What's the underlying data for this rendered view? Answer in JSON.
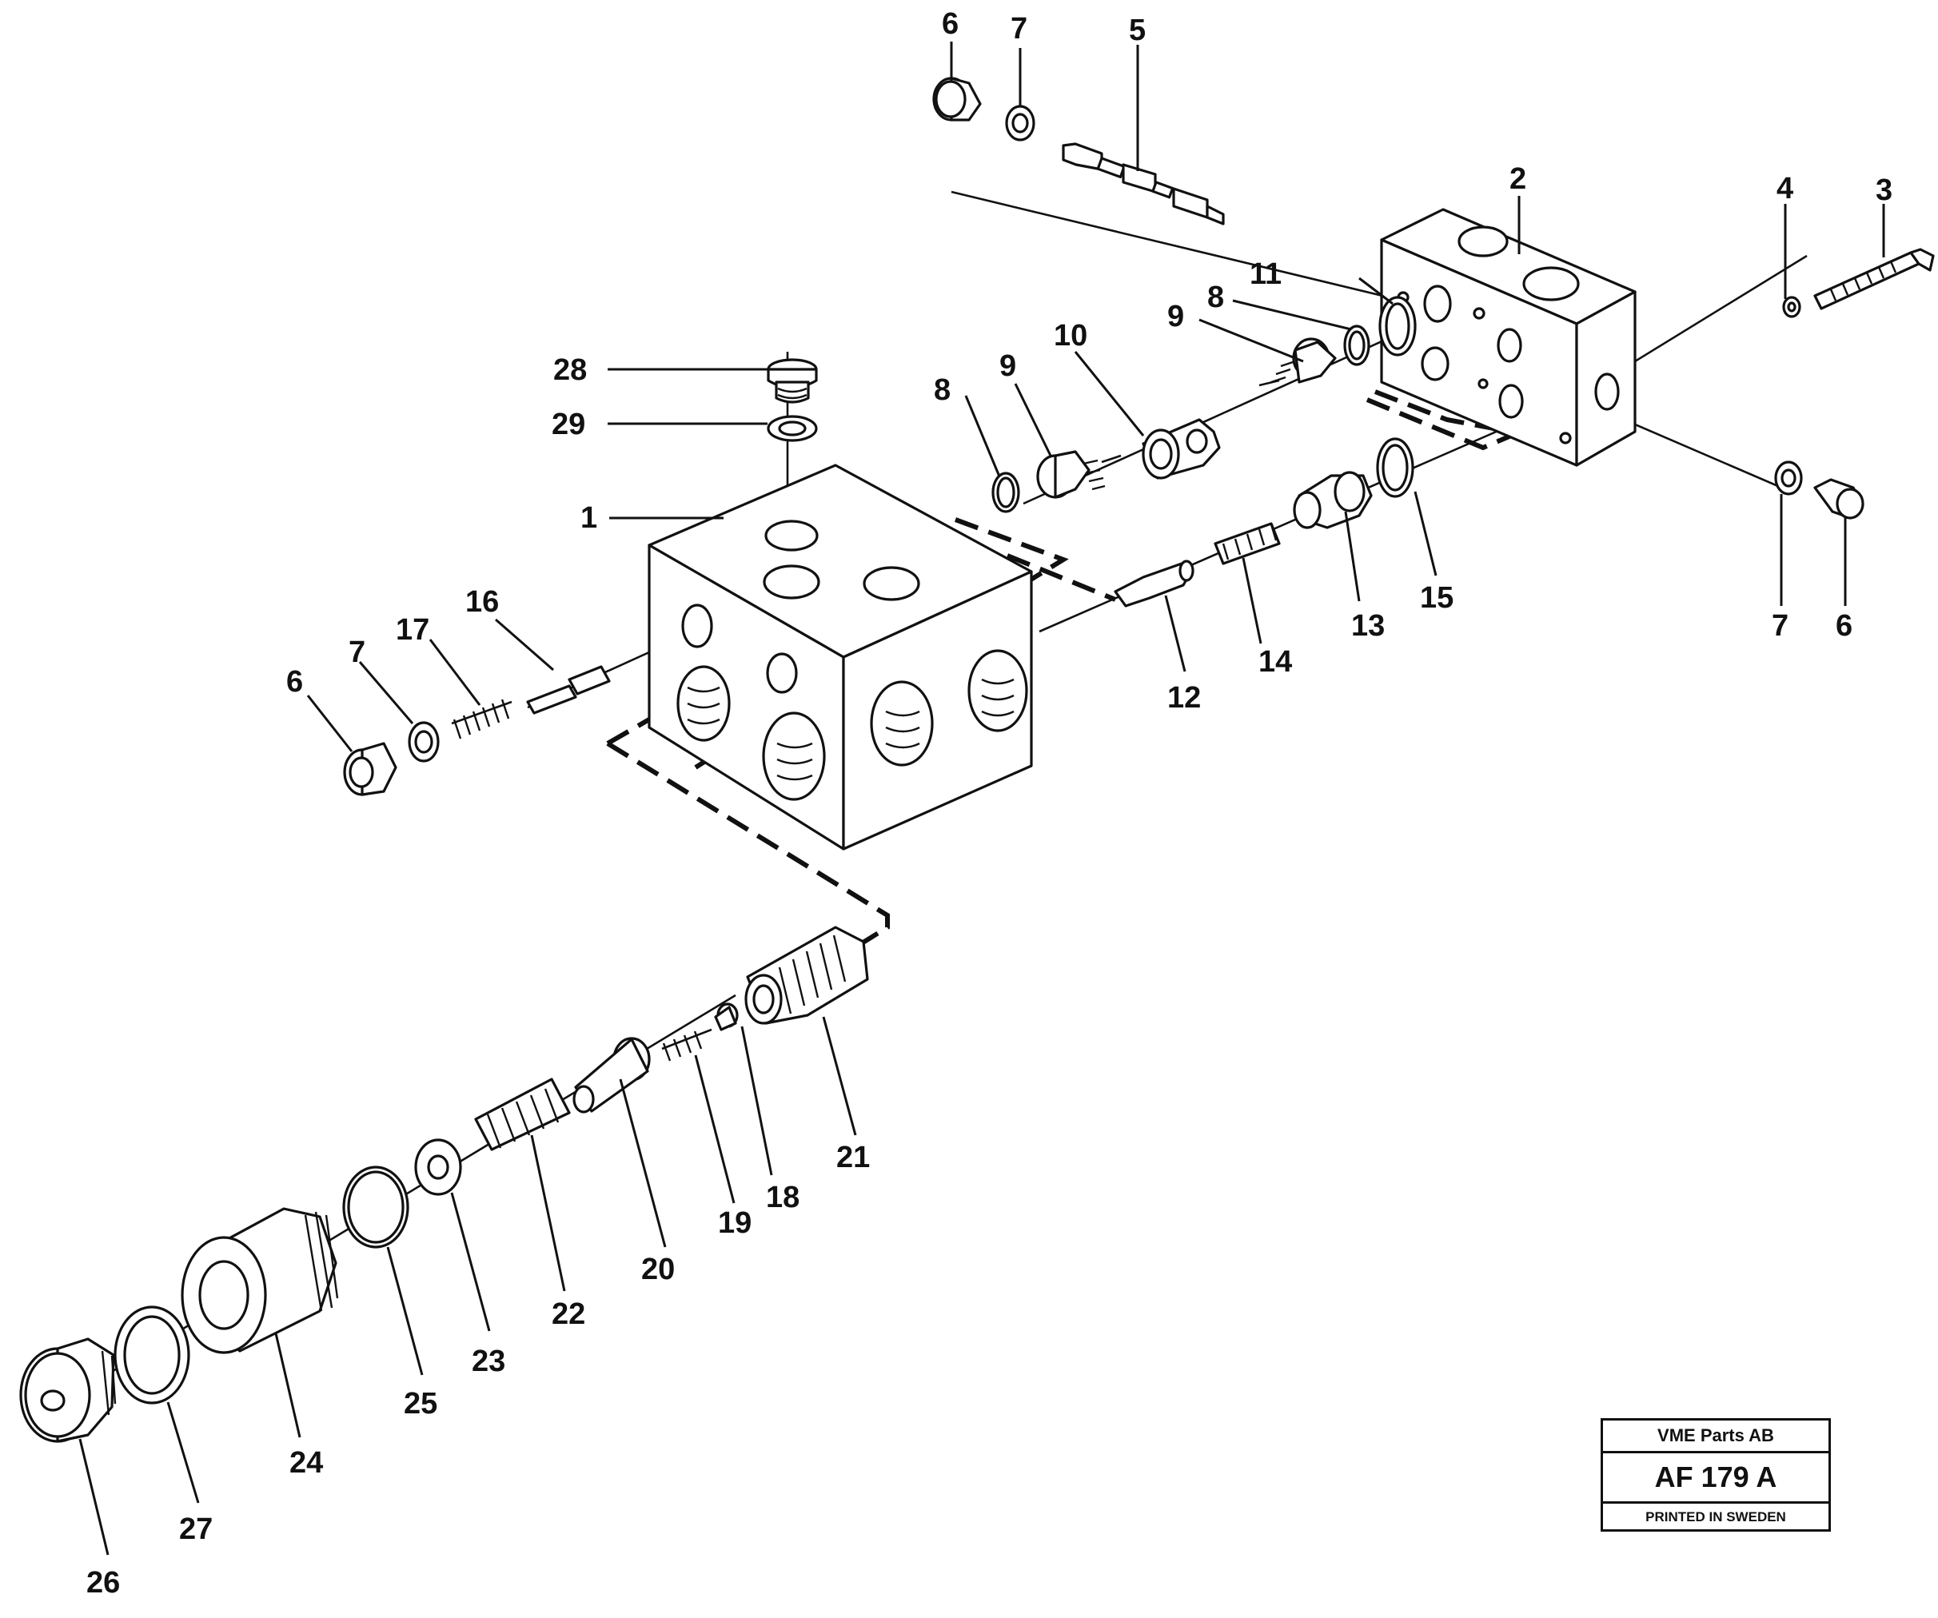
{
  "callouts": {
    "p1": "1",
    "p2": "2",
    "p3": "3",
    "p4": "4",
    "p5": "5",
    "p6a": "6",
    "p6b": "6",
    "p6c": "6",
    "p7a": "7",
    "p7b": "7",
    "p7c": "7",
    "p8a": "8",
    "p8b": "8",
    "p9a": "9",
    "p9b": "9",
    "p10": "10",
    "p11": "11",
    "p12": "12",
    "p13": "13",
    "p14": "14",
    "p15": "15",
    "p16": "16",
    "p17": "17",
    "p18": "18",
    "p19": "19",
    "p20": "20",
    "p21": "21",
    "p22": "22",
    "p23": "23",
    "p24": "24",
    "p25": "25",
    "p26": "26",
    "p27": "27",
    "p28": "28",
    "p29": "29"
  },
  "title_block": {
    "company": "VME Parts AB",
    "drawing_number": "AF 179 A",
    "printed": "PRINTED IN SWEDEN"
  }
}
